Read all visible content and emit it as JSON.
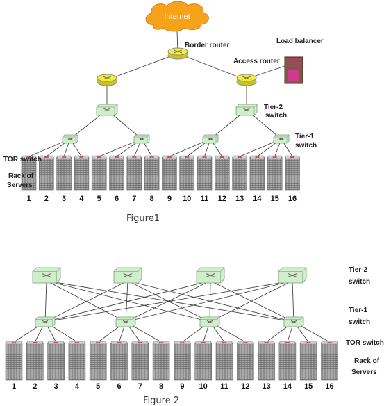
{
  "figure1": {
    "cloud_label": "Internet",
    "border_router_label": "Border router",
    "access_router_label": "Access router",
    "load_balancer_label": "Load balancer",
    "tier2_label_line1": "Tier-2",
    "tier2_label_line2": "switch",
    "tier1_label_line1": "Tier-1",
    "tier1_label_line2": "switch",
    "tor_label": "TOR switch",
    "rack_label_line1": "Rack of",
    "rack_label_line2": "Servers",
    "rack_numbers": [
      "1",
      "2",
      "3",
      "4",
      "5",
      "6",
      "7",
      "8",
      "9",
      "10",
      "11",
      "12",
      "13",
      "14",
      "15",
      "16"
    ],
    "caption": "Figure1"
  },
  "figure2": {
    "tier2_label_line1": "Tier-2",
    "tier2_label_line2": "switch",
    "tier1_label_line1": "Tier-1",
    "tier1_label_line2": "switch",
    "tor_label": "TOR switch",
    "rack_label_line1": "Rack of",
    "rack_label_line2": "Servers",
    "rack_numbers": [
      "1",
      "2",
      "3",
      "4",
      "5",
      "6",
      "7",
      "8",
      "9",
      "10",
      "11",
      "12",
      "13",
      "14",
      "15",
      "16"
    ],
    "caption": "Figure 2"
  },
  "colors": {
    "cloud": "#f7a21b",
    "router": "#f2ee3a",
    "switch": "#cfeecb",
    "rack": "#9a9a9a",
    "line": "#444444"
  }
}
